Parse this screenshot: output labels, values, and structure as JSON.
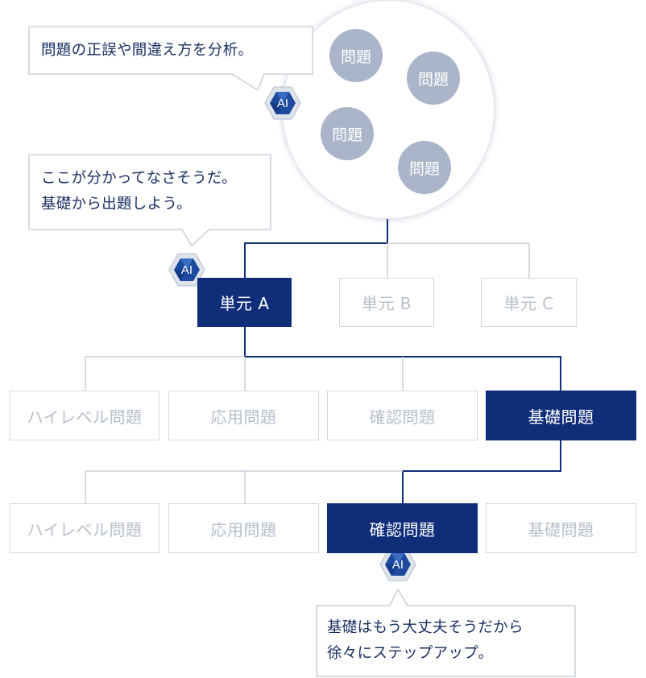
{
  "pool": {
    "questions": [
      "問題",
      "問題",
      "問題",
      "問題"
    ]
  },
  "bubbles": {
    "analysis": [
      "問題の正誤や間違え方を分析。"
    ],
    "unit": [
      "ここが分かってなさそうだ。",
      "基礎から出題しよう。"
    ],
    "stepup": [
      "基礎はもう大丈夫そうだから",
      "徐々にステップアップ。"
    ]
  },
  "ai_label": "AI",
  "units": [
    "単元 A",
    "単元 B",
    "単元 C"
  ],
  "level1": [
    "ハイレベル問題",
    "応用問題",
    "確認問題",
    "基礎問題"
  ],
  "level2": [
    "ハイレベル問題",
    "応用問題",
    "確認問題",
    "基礎問題"
  ],
  "colors": {
    "active": "#0f2d79",
    "inactive_border": "#d4d9e1",
    "inactive_text": "#b7bfcb",
    "circle": "#aab5c9"
  }
}
